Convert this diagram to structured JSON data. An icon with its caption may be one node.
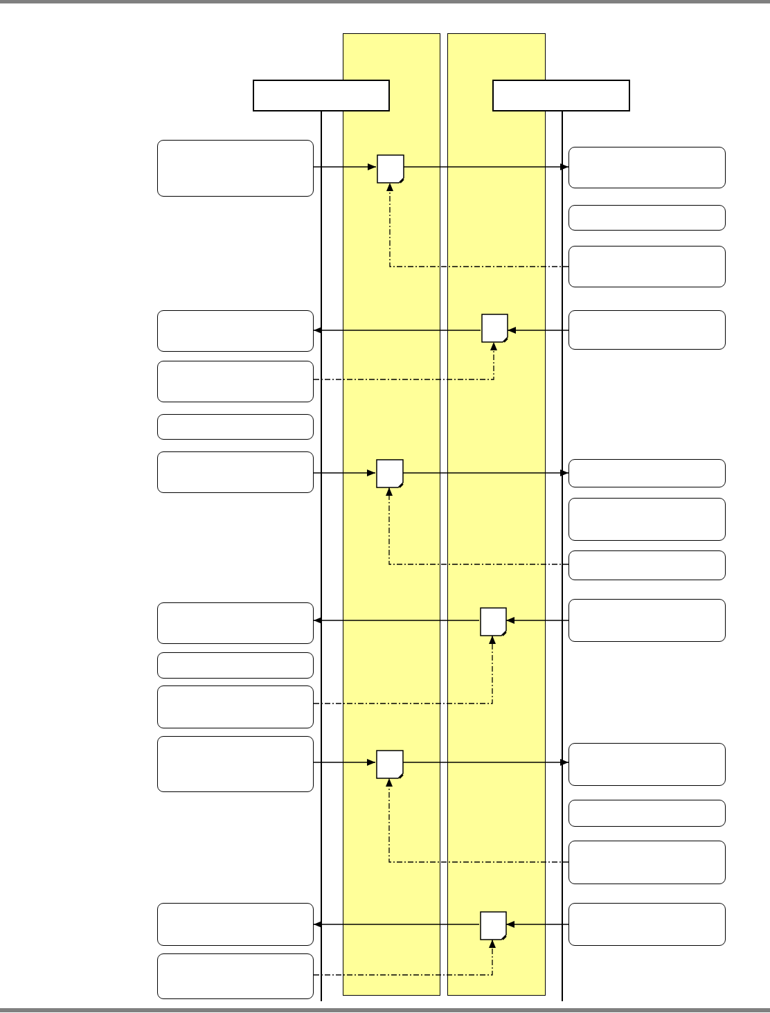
{
  "diagram": {
    "nodes": [
      {
        "text": [],
        "shape": "band"
      },
      {
        "text": [],
        "shape": "band"
      },
      {
        "text": [],
        "shape": "box"
      },
      {
        "text": [],
        "shape": "box"
      },
      {
        "text": [],
        "shape": "box"
      },
      {
        "text": [],
        "shape": "document",
        "in": 0
      },
      {
        "text": [],
        "shape": "box"
      },
      {
        "text": [],
        "shape": "box"
      },
      {
        "text": [],
        "shape": "box"
      },
      {
        "text": [],
        "shape": "box"
      },
      {
        "text": [],
        "shape": "document",
        "in": 1
      },
      {
        "text": [],
        "shape": "box"
      },
      {
        "text": [],
        "shape": "box"
      },
      {
        "text": [],
        "shape": "box"
      },
      {
        "text": [],
        "shape": "box"
      },
      {
        "text": [],
        "shape": "document",
        "in": 0
      },
      {
        "text": [],
        "shape": "box"
      },
      {
        "text": [],
        "shape": "box"
      },
      {
        "text": [],
        "shape": "box"
      },
      {
        "text": [],
        "shape": "box"
      },
      {
        "text": [],
        "shape": "document",
        "in": 1
      },
      {
        "text": [],
        "shape": "box"
      },
      {
        "text": [],
        "shape": "box"
      },
      {
        "text": [],
        "shape": "box"
      },
      {
        "text": [],
        "shape": "box"
      },
      {
        "text": [],
        "shape": "document",
        "in": 0
      },
      {
        "text": [],
        "shape": "box"
      },
      {
        "text": [],
        "shape": "box"
      },
      {
        "text": [],
        "shape": "box"
      },
      {
        "text": [],
        "shape": "box"
      },
      {
        "text": [],
        "shape": "document",
        "in": 1
      },
      {
        "text": [],
        "shape": "box"
      },
      {
        "text": [],
        "shape": "box"
      }
    ],
    "edges": [
      {
        "from": 4,
        "to": 5,
        "arrow": "to"
      },
      {
        "from": 5,
        "to": 6,
        "arrow": "to"
      },
      {
        "from": 8,
        "to": 5,
        "arrow": "to",
        "style": "dashed"
      },
      {
        "from": 11,
        "to": 10,
        "arrow": "to"
      },
      {
        "from": 10,
        "to": 9,
        "arrow": "to"
      },
      {
        "from": 12,
        "to": 10,
        "arrow": "to",
        "style": "dashed"
      },
      {
        "from": 14,
        "to": 15,
        "arrow": "to"
      },
      {
        "from": 15,
        "to": 16,
        "arrow": "to"
      },
      {
        "from": 18,
        "to": 15,
        "arrow": "to",
        "style": "dashed"
      },
      {
        "from": 21,
        "to": 20,
        "arrow": "to"
      },
      {
        "from": 20,
        "to": 19,
        "arrow": "to"
      },
      {
        "from": 23,
        "to": 20,
        "arrow": "to",
        "style": "dashed"
      },
      {
        "from": 24,
        "to": 25,
        "arrow": "to"
      },
      {
        "from": 25,
        "to": 26,
        "arrow": "to"
      },
      {
        "from": 28,
        "to": 25,
        "arrow": "to",
        "style": "dashed"
      },
      {
        "from": 31,
        "to": 30,
        "arrow": "to"
      },
      {
        "from": 30,
        "to": 29,
        "arrow": "to"
      },
      {
        "from": 32,
        "to": 30,
        "arrow": "to",
        "style": "dashed"
      }
    ]
  }
}
